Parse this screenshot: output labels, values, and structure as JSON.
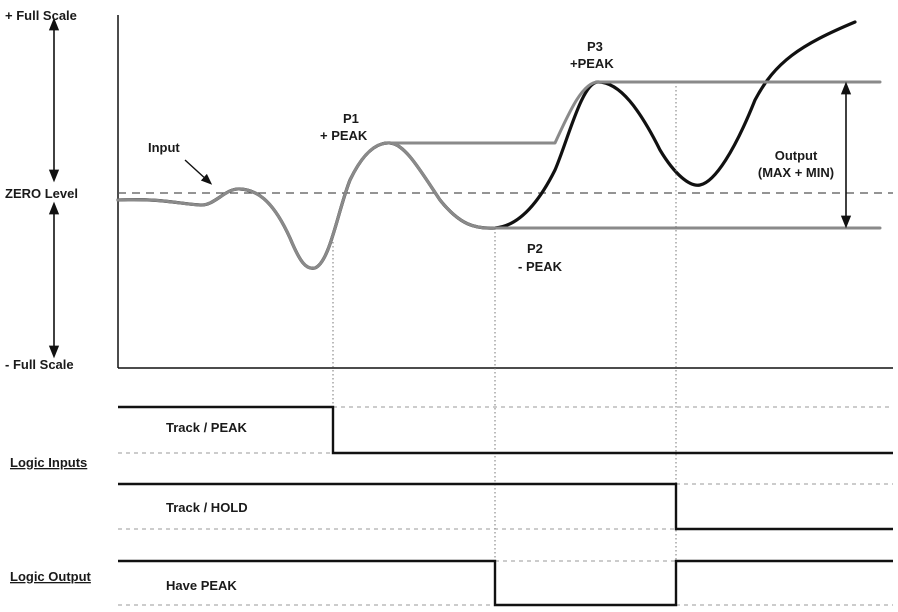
{
  "labels": {
    "plus_full_scale": "+ Full Scale",
    "zero_level": "ZERO Level",
    "minus_full_scale": "- Full Scale",
    "input": "Input",
    "p1_name": "P1",
    "p1_type": "+ PEAK",
    "p2_name": "P2",
    "p2_type": "- PEAK",
    "p3_name": "P3",
    "p3_type": "+PEAK",
    "output_title": "Output",
    "output_formula": "(MAX + MIN)"
  },
  "logic": {
    "inputs_heading": "Logic Inputs",
    "output_heading": "Logic Output",
    "track_peak": "Track / PEAK",
    "track_hold": "Track / HOLD",
    "have_peak": "Have PEAK"
  },
  "colors": {
    "ink": "#111111",
    "trace_gray": "#8a8a8a",
    "dashed_gray": "#9a9a9a"
  }
}
